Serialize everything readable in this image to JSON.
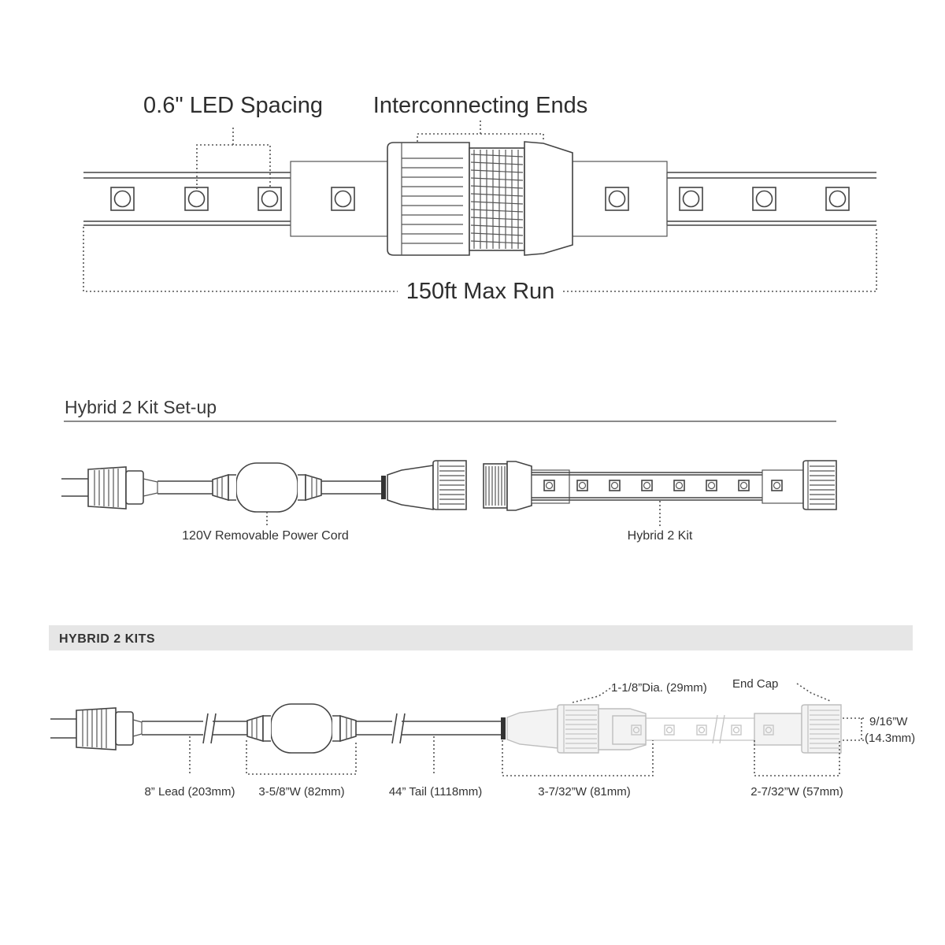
{
  "top_diagram": {
    "led_spacing_label": "0.6\" LED Spacing",
    "interconnect_label": "Interconnecting Ends",
    "max_run_label": "150ft Max Run"
  },
  "setup_section": {
    "title": "Hybrid 2 Kit Set-up",
    "power_cord_label": "120V Removable Power Cord",
    "kit_label": "Hybrid 2 Kit"
  },
  "kits_section": {
    "title": "HYBRID 2 KITS",
    "lead_label": "8” Lead (203mm)",
    "switch_width_label": "3-5/8”W (82mm)",
    "tail_label": "44” Tail (1118mm)",
    "connector_dia_label": "1-1/8”Dia. (29mm)",
    "connector_width_label": "3-7/32”W (81mm)",
    "end_cap_label": "End Cap",
    "end_cap_width_label": "2-7/32”W (57mm)",
    "cap_height_label": "9/16”W",
    "cap_height_mm_label": "(14.3mm)"
  }
}
